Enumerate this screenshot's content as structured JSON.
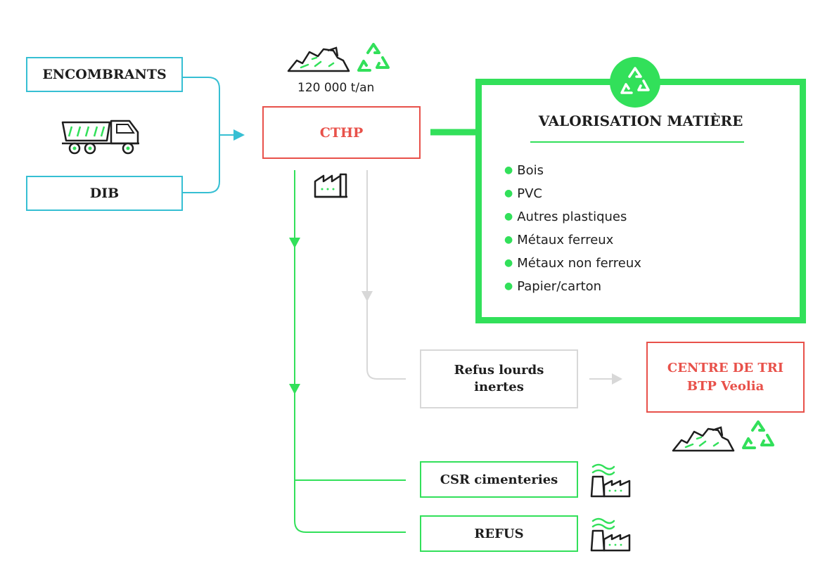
{
  "colors": {
    "input_border": "#36bfd3",
    "center_border": "#e8514a",
    "center_text": "#e8514a",
    "recovery_green": "#32e05a",
    "secondary_grey": "#d8d8d8",
    "text": "#1e1e1e"
  },
  "inputs": {
    "encombrants": "ENCOMBRANTS",
    "dib": "DIB"
  },
  "capacity": "120 000 t/an",
  "cthp": "CTHP",
  "valorisation": {
    "title": "VALORISATION MATIÈRE",
    "items": [
      "Bois",
      "PVC",
      "Autres plastiques",
      "Métaux ferreux",
      "Métaux non ferreux",
      "Papier/carton"
    ]
  },
  "refus_lourds": {
    "line1": "Refus lourds",
    "line2": "inertes"
  },
  "centre_tri": {
    "line1": "CENTRE DE TRI",
    "line2": "BTP Veolia"
  },
  "outputs": {
    "csr": "CSR cimenteries",
    "refus": "REFUS"
  },
  "icons": [
    "dump-truck-icon",
    "waste-pile-icon",
    "recycle-icon",
    "factory-icon",
    "smokestack-factory-icon"
  ]
}
